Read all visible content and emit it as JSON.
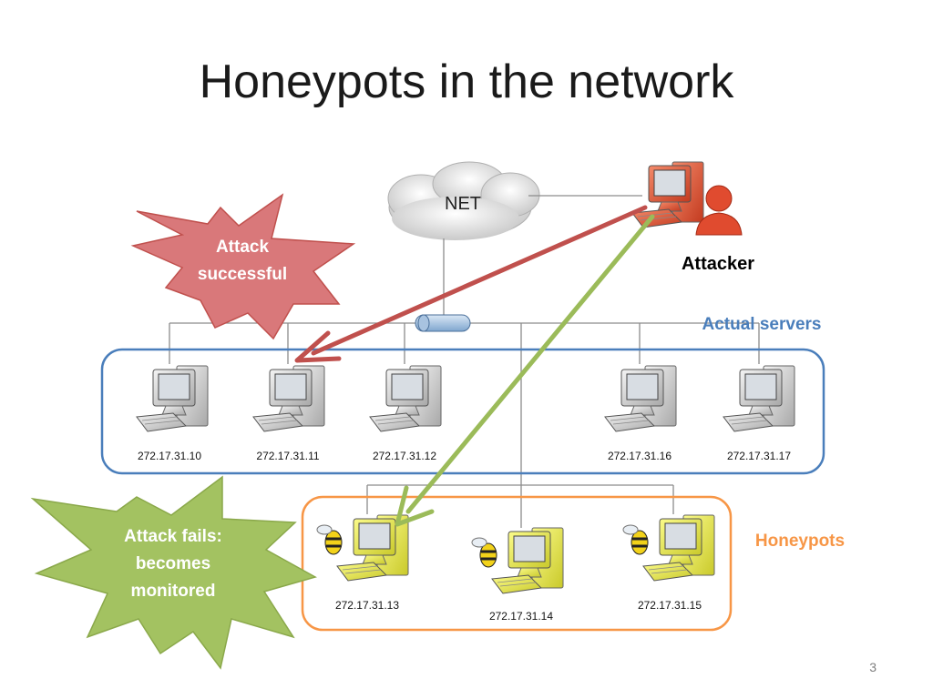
{
  "title": "Honeypots in the network",
  "page_number": "3",
  "net_label": "NET",
  "attacker_label": "Attacker",
  "actual_servers_label": "Actual servers",
  "honeypots_label": "Honeypots",
  "burst_success": [
    "Attack",
    "successful"
  ],
  "burst_fail": [
    "Attack fails:",
    "becomes",
    "monitored"
  ],
  "servers": [
    "272.17.31.10",
    "272.17.31.11",
    "272.17.31.12",
    "272.17.31.16",
    "272.17.31.17"
  ],
  "honeypots": [
    "272.17.31.13",
    "272.17.31.14",
    "272.17.31.15"
  ],
  "colors": {
    "servers_frame": "#4a7ebb",
    "honeypots_frame": "#f79646",
    "attack_success_arrow": "#c0504d",
    "attack_fail_arrow": "#9bbb59",
    "burst_success_fill": "#d9787a",
    "burst_fail_fill": "#a3c261",
    "attacker": "#e04b2f",
    "honeypot_pc": "#e8e84a"
  }
}
